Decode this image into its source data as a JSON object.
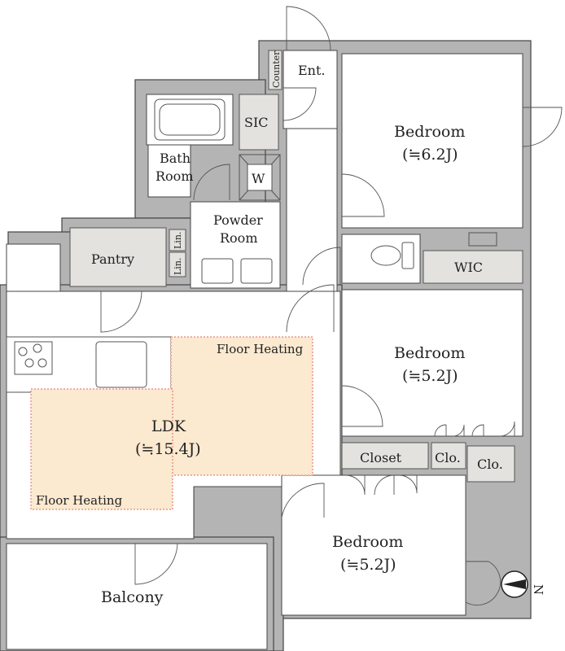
{
  "rooms": {
    "ent": "Ent.",
    "counter": "Counter",
    "sic": "SIC",
    "bath_line1": "Bath",
    "bath_line2": "Room",
    "washer": "W",
    "powder_line1": "Powder",
    "powder_line2": "Room",
    "pantry": "Pantry",
    "lin": "Lin.",
    "bedroom1_name": "Bedroom",
    "bedroom1_size": "(≒6.2J)",
    "wic": "WIC",
    "bedroom2_name": "Bedroom",
    "bedroom2_size": "(≒5.2J)",
    "closet": "Closet",
    "clo": "Clo.",
    "ldk_name": "LDK",
    "ldk_size": "(≒15.4J)",
    "floor_heating": "Floor Heating",
    "bedroom3_name": "Bedroom",
    "bedroom3_size": "(≒5.2J)",
    "balcony": "Balcony"
  },
  "compass": {
    "label": "N"
  },
  "colors": {
    "wall": "#b4b4b4",
    "shaded_room": "#e4e2df",
    "floor_heating_fill": "#fbe9d0",
    "floor_heating_border": "#e06a5a"
  }
}
